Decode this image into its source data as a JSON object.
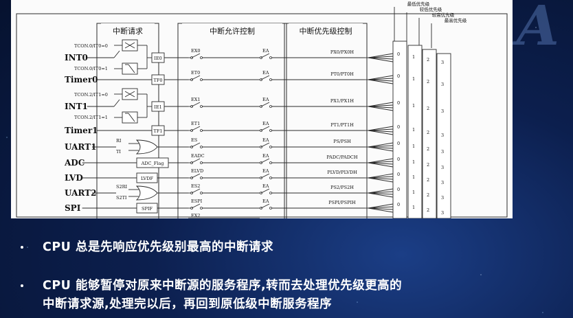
{
  "diagram": {
    "sections": {
      "requests": "中断请求",
      "enable": "中断允许控制",
      "priority": "中断优先级控制"
    },
    "priority_headers": [
      "最低优先级",
      "较低优先级",
      "较高优先级",
      "最高优先级"
    ],
    "sources": [
      {
        "name": "INT0",
        "conds": [
          "TCON.0/IT0=0",
          "TCON.0/IT0=1"
        ],
        "flag": "IE0",
        "en": "EX0",
        "prio": "PX0/PX0H"
      },
      {
        "name": "Timer0",
        "flag": "TF0",
        "en": "ET0",
        "prio": "PT0/PT0H"
      },
      {
        "name": "INT1",
        "conds": [
          "TCON.2/IT1=0",
          "TCON.2/IT1=1"
        ],
        "flag": "IE1",
        "en": "EX1",
        "prio": "PX1/PX1H"
      },
      {
        "name": "Timer1",
        "flag": "TF1",
        "en": "ET1",
        "prio": "PT1/PT1H"
      },
      {
        "name": "UART1",
        "inputs": [
          "RI",
          "TI"
        ],
        "en": "ES",
        "prio": "PS/PSH"
      },
      {
        "name": "ADC",
        "flag": "ADC_Flag",
        "en": "EADC",
        "prio": "PADC/PADCH"
      },
      {
        "name": "LVD",
        "flag": "LVDF",
        "en": "ELVD",
        "prio": "PLVD/PLVDH"
      },
      {
        "name": "UART2",
        "inputs": [
          "S2RI",
          "S2TI"
        ],
        "en": "ES2",
        "prio": "PS2/PS2H"
      },
      {
        "name": "SPI",
        "flag": "SPIF",
        "en": "ESPI",
        "prio": "PSPI/PSPIH"
      }
    ],
    "ea_label": "EA",
    "next_en": "EX2",
    "mux_inputs": [
      "0",
      "1",
      "2",
      "3"
    ]
  },
  "caption": {
    "line1": "CPU 总是先响应优先级别最高的中断请求",
    "line2a": "CPU 能够暂停对原来中断源的服务程序,转而去处理优先级更高的",
    "line2b": "中断请求源,处理完以后，再回到原低级中断服务程序"
  },
  "colors": {
    "line": "#2a2a2a",
    "bg": "#0c1f4e",
    "caption": "#ffffff"
  }
}
